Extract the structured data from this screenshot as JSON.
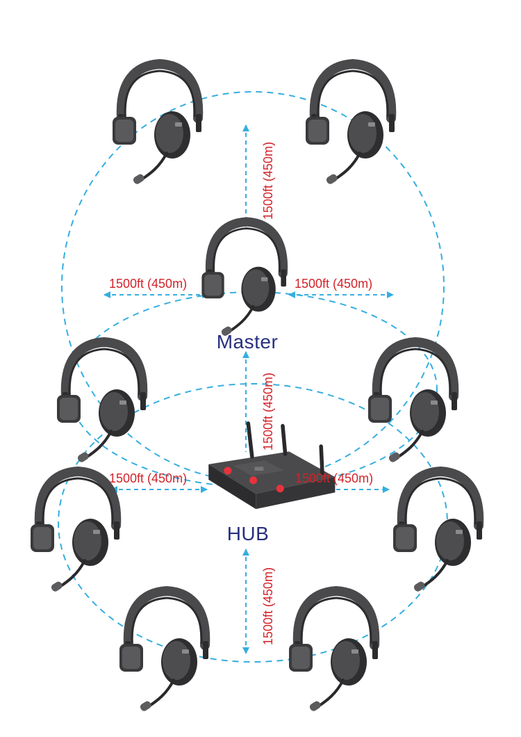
{
  "colors": {
    "ring": "#35aee0",
    "arrow": "#35aee0",
    "distance_text": "#d2232a",
    "role_text": "#28307f",
    "device_body": "#3e3e40",
    "device_dark": "#2a2a2c",
    "device_light": "#6a6a6c",
    "button_red": "#e8333c"
  },
  "labels": {
    "master": "Master",
    "hub": "HUB",
    "distance": "1500ft (450m)"
  },
  "icons": {
    "headset": "headset-icon",
    "hub": "hub-base-station-icon"
  }
}
